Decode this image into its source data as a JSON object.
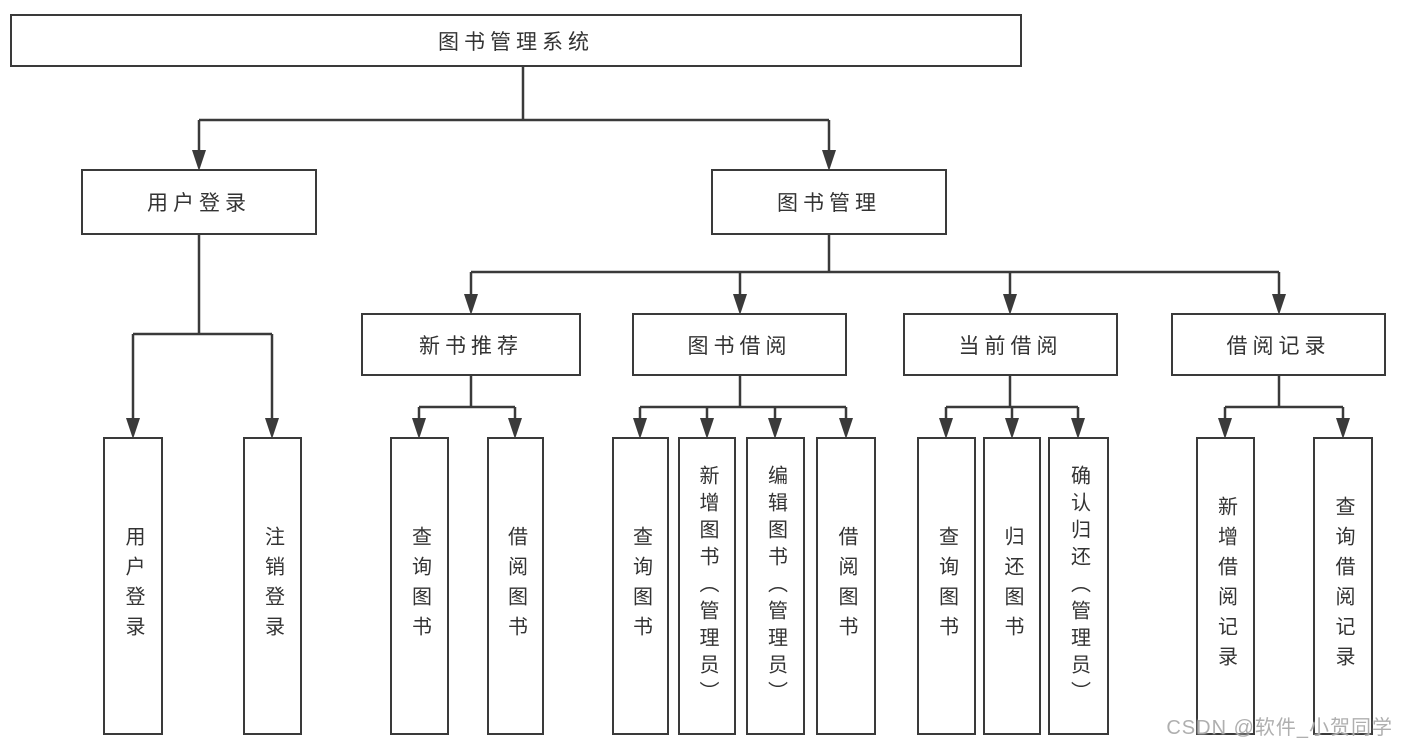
{
  "diagram": {
    "type": "hierarchy-tree",
    "root": {
      "label": "图书管理系统",
      "children": [
        {
          "label": "用户登录",
          "children": [
            {
              "label": "用户登录"
            },
            {
              "label": "注销登录"
            }
          ]
        },
        {
          "label": "图书管理",
          "children": [
            {
              "label": "新书推荐",
              "children": [
                {
                  "label": "查询图书"
                },
                {
                  "label": "借阅图书"
                }
              ]
            },
            {
              "label": "图书借阅",
              "children": [
                {
                  "label": "查询图书"
                },
                {
                  "label": "新增图书（管理员）"
                },
                {
                  "label": "编辑图书（管理员）"
                },
                {
                  "label": "借阅图书"
                }
              ]
            },
            {
              "label": "当前借阅",
              "children": [
                {
                  "label": "查询图书"
                },
                {
                  "label": "归还图书"
                },
                {
                  "label": "确认归还（管理员）"
                }
              ]
            },
            {
              "label": "借阅记录",
              "children": [
                {
                  "label": "新增借阅记录"
                },
                {
                  "label": "查询借阅记录"
                }
              ]
            }
          ]
        }
      ]
    },
    "colors": {
      "line": "#3a3a3a",
      "text": "#333333",
      "box_background": "#ffffff",
      "watermark": "#a8a8a8"
    }
  },
  "watermark": "CSDN @软件_小贺同学"
}
